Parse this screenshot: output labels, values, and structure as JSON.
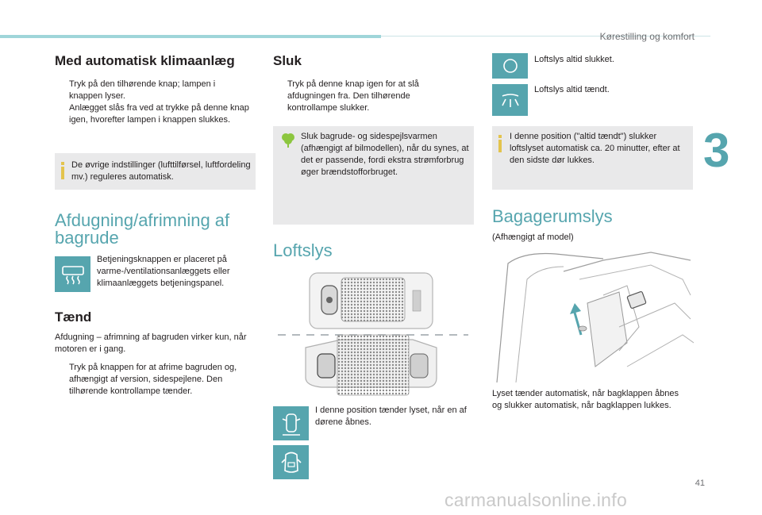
{
  "header": {
    "section_title": "Kørestilling og komfort",
    "chapter": "3",
    "page_number": "41"
  },
  "col1": {
    "heading": "Med automatisk klimaanlæg",
    "bullets": [
      "Tryk på den tilhørende knap; lampen i knappen lyser.",
      "Anlægget slås fra ved at trykke på denne knap igen, hvorefter lampen i knappen slukkes."
    ],
    "info": "De øvrige indstillinger (lufttilførsel, luftfordeling mv.) reguleres automatisk.",
    "section_heading_line1": "Afdugning/afrimning af",
    "section_heading_line2": "bagrude",
    "icon_text": "Betjeningsknappen er placeret på varme-/ventilationsanlæggets eller klimaanlæggets betjeningspanel.",
    "sub_heading": "Tænd",
    "para": "Afdugning – afrimning af bagruden virker kun, når motoren er i gang.",
    "bullet2": "Tryk på knappen for at afrime bagruden og, afhængigt af version, sidespejlene. Den tilhørende kontrollampe tænder."
  },
  "col2": {
    "heading": "Sluk",
    "bullet": "Tryk på denne knap igen for at slå afdugningen fra. Den tilhørende kontrollampe slukker.",
    "eco_info": "Sluk bagrude- og sidespejlsvarmen (afhængigt af bilmodellen), når du synes, at det er passende, fordi ekstra strømforbrug øger brændstofforbruget.",
    "section_heading": "Loftslys",
    "door_text": "I denne position tænder lyset, når en af dørene åbnes."
  },
  "col3": {
    "off_text": "Loftslys altid slukket.",
    "on_text": "Loftslys altid tændt.",
    "info": "I denne position (\"altid tændt\") slukker loftslyset automatisk ca. 20 minutter, efter at den sidste dør lukkes.",
    "section_heading": "Bagagerumslys",
    "subtitle": "(Afhængigt af model)",
    "para": "Lyset tænder automatisk, når bagklappen åbnes og slukker automatisk, når bagklappen lukkes."
  },
  "bullet_marker": "",
  "watermark": "carmanualsonline.info",
  "colors": {
    "accent": "#56a5ae",
    "info_bg": "#e9e9ea",
    "info_icon": "#e3c44d",
    "eco_icon": "#8cc63f"
  }
}
